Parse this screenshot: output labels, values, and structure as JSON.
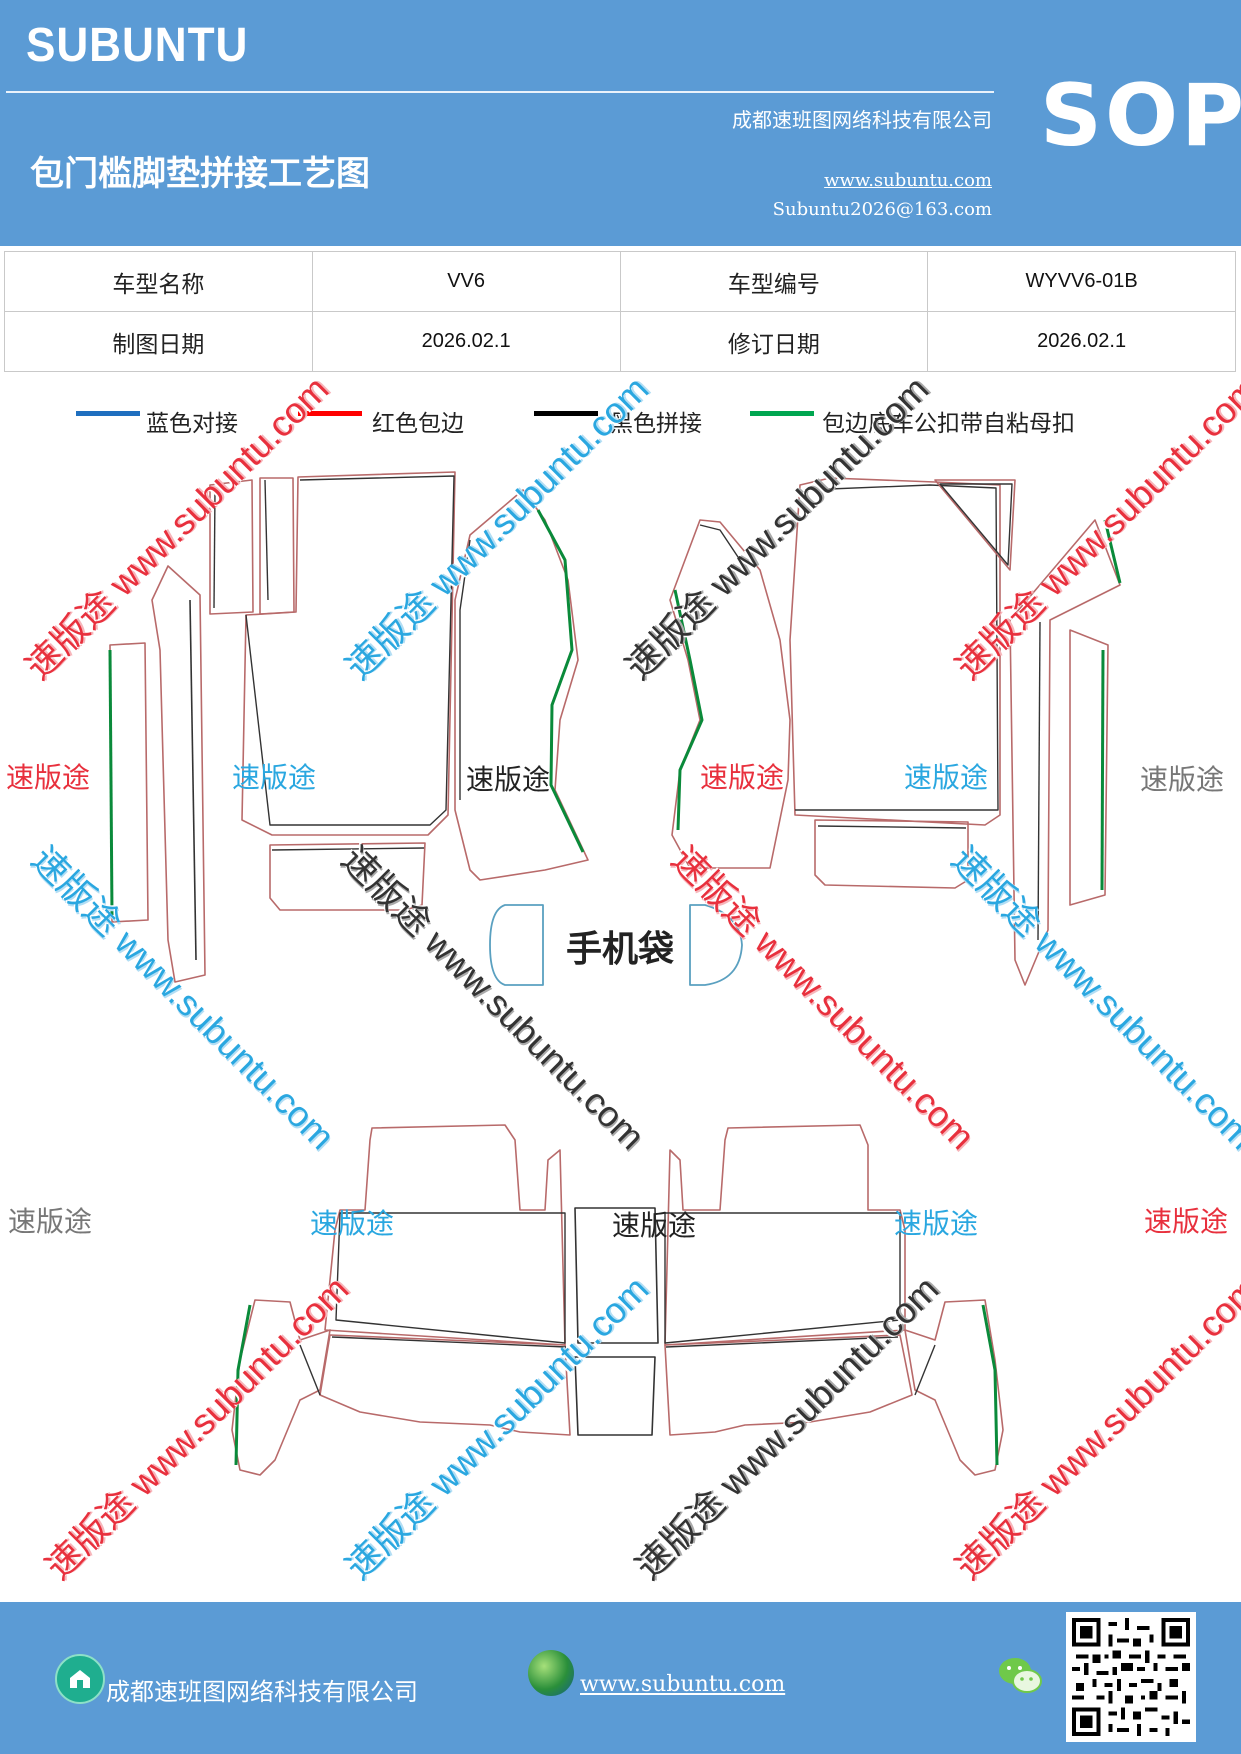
{
  "header": {
    "brand": "SUBUNTU",
    "company": "成都速班图网络科技有限公司",
    "title": "包门槛脚垫拼接工艺图",
    "website": "www.subuntu.com",
    "email": "Subuntu2026@163.com",
    "badge": "SOP"
  },
  "info_table": {
    "row1": {
      "label1": "车型名称",
      "value1": "VV6",
      "label2": "车型编号",
      "value2": "WYVV6-01B"
    },
    "row2": {
      "label1": "制图日期",
      "value1": "2026.02.1",
      "label2": "修订日期",
      "value2": "2026.02.1"
    }
  },
  "legend": [
    {
      "label": "蓝色对接",
      "color": "#1f6fbf"
    },
    {
      "label": "红色包边",
      "color": "#ff0000"
    },
    {
      "label": "黑色拼接",
      "color": "#000000"
    },
    {
      "label": "包边底车公扣带自粘母扣",
      "color": "#00a650"
    }
  ],
  "diagram": {
    "bag_label": "手机袋",
    "colors": {
      "outline_red": "#b86a6a",
      "outline_black": "#333333",
      "outline_green": "#0a8a3a",
      "outline_blue": "#5aa0c0"
    }
  },
  "watermarks": {
    "diagonal": "速版途 www.subuntu.com",
    "label": "速版途"
  },
  "footer": {
    "company": "成都速班图网络科技有限公司",
    "website": "www.subuntu.com",
    "icons": [
      "home-icon",
      "globe-icon",
      "wechat-icon",
      "qr-code"
    ]
  },
  "brand_colors": {
    "header_bg": "#5b9bd5",
    "footer_bg": "#5b9bd5"
  }
}
